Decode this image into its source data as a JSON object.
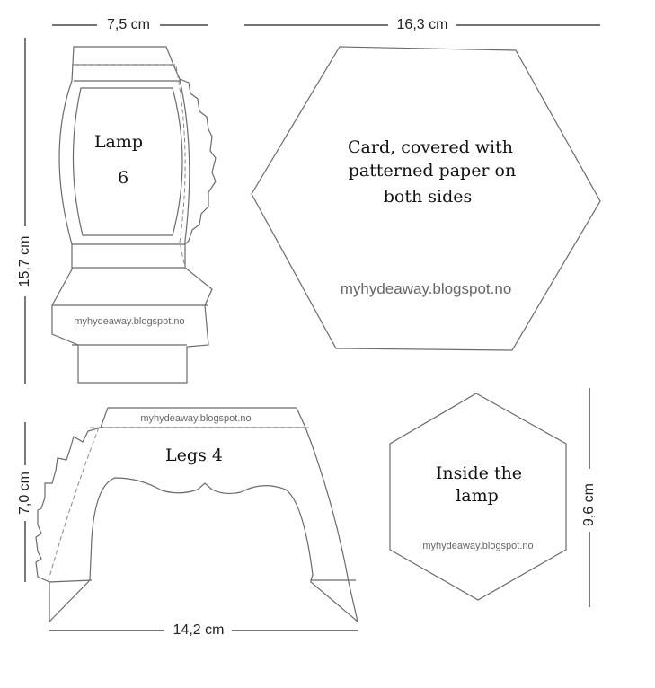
{
  "dimensions": {
    "lamp_width": "7,5 cm",
    "hexagon_width": "16,3 cm",
    "lamp_height": "15,7 cm",
    "legs_height": "7,0 cm",
    "legs_width": "14,2 cm",
    "small_hexagon_height": "9,6 cm"
  },
  "pieces": {
    "lamp": {
      "title": "Lamp",
      "count": "6"
    },
    "large_hexagon": {
      "line1": "Card, covered with",
      "line2": "patterned paper on",
      "line3": "both sides"
    },
    "legs": {
      "title": "Legs  4"
    },
    "small_hexagon": {
      "line1": "Inside the",
      "line2": "lamp"
    }
  },
  "watermarks": {
    "lamp": "myhydeaway.blogspot.no",
    "large_hexagon": "myhydeaway.blogspot.no",
    "legs": "myhydeaway.blogspot.no",
    "small_hexagon": "myhydeaway.blogspot.no"
  }
}
